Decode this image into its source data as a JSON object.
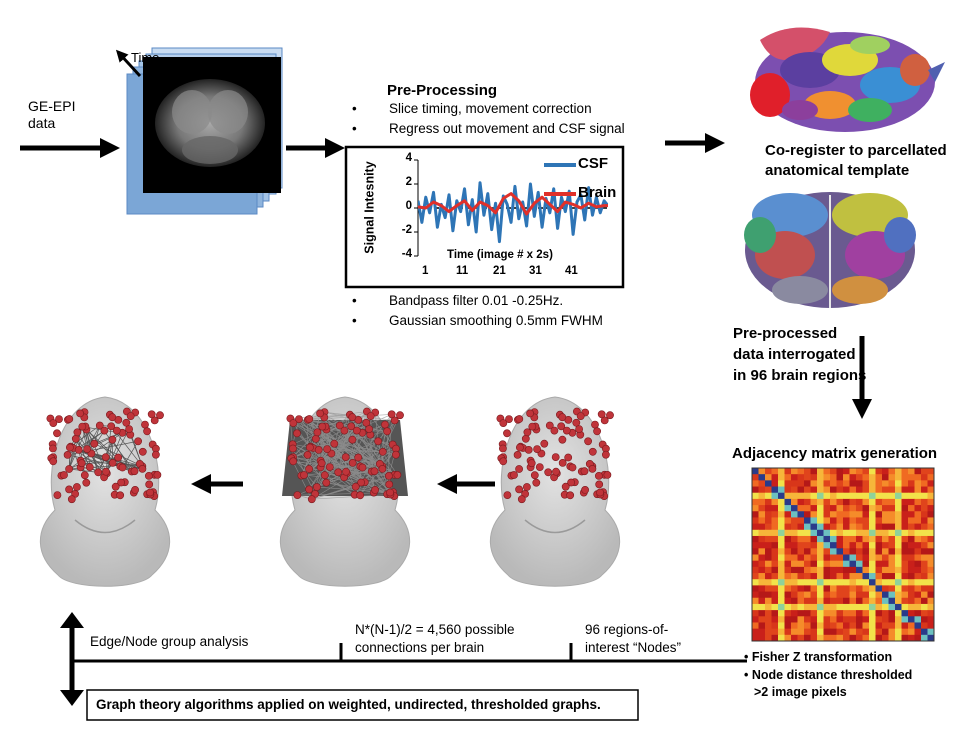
{
  "input": {
    "label_line1": "GE-EPI",
    "label_line2": "data",
    "time_label": "Time"
  },
  "preprocessing": {
    "title": "Pre-Processing",
    "bullets_top": [
      "Slice timing, movement correction",
      "Regress out movement and CSF signal"
    ],
    "bullets_bottom": [
      "Bandpass filter 0.01 -0.25Hz.",
      "Gaussian smoothing 0.5mm FWHM"
    ]
  },
  "chart_data": {
    "type": "line",
    "ylabel": "Signal Intesnity",
    "xlabel": "Time (image # x 2s)",
    "xticks": [
      "1",
      "11",
      "21",
      "31",
      "41"
    ],
    "yticks": [
      "4",
      "2",
      "0",
      "-2",
      "-4"
    ],
    "ylim": [
      -4,
      4
    ],
    "xlim": [
      1,
      50
    ],
    "legend_position": "top-right",
    "series": [
      {
        "name": "CSF",
        "color": "#2e75b6",
        "x": [
          1,
          2,
          3,
          4,
          5,
          6,
          7,
          8,
          9,
          10,
          11,
          12,
          13,
          14,
          15,
          16,
          17,
          18,
          19,
          20,
          21,
          22,
          23,
          24,
          25,
          26,
          27,
          28,
          29,
          30,
          31,
          32,
          33,
          34,
          35,
          36,
          37,
          38,
          39,
          40,
          41,
          42,
          43,
          44,
          45,
          46,
          47,
          48,
          49,
          50
        ],
        "values": [
          0.6,
          -1.2,
          0.9,
          -0.4,
          1.3,
          -1.6,
          0.3,
          -0.8,
          1.1,
          -1.9,
          0.6,
          -0.3,
          1.6,
          -1.4,
          0.7,
          -2.0,
          2.1,
          -0.6,
          1.2,
          -1.8,
          0.4,
          -2.8,
          1.0,
          0.3,
          -1.2,
          1.8,
          -0.9,
          0.5,
          -1.5,
          2.0,
          -0.7,
          1.3,
          -1.6,
          0.8,
          -0.4,
          1.6,
          -1.7,
          0.9,
          -0.3,
          1.4,
          -2.2,
          0.5,
          1.1,
          -1.0,
          1.7,
          -0.6,
          0.9,
          -0.4,
          0.6,
          0.2
        ]
      },
      {
        "name": "Brain",
        "color": "#e0302a",
        "x": [
          1,
          3,
          5,
          7,
          9,
          11,
          13,
          15,
          17,
          19,
          21,
          23,
          25,
          27,
          29,
          31,
          33,
          35,
          37,
          39,
          41,
          43,
          45,
          47,
          49,
          50
        ],
        "values": [
          0.1,
          0.0,
          0.5,
          0.2,
          -0.3,
          0.2,
          0.6,
          -0.2,
          0.5,
          0.2,
          -0.4,
          0.8,
          1.2,
          0.6,
          -0.5,
          0.4,
          0.9,
          0.3,
          -0.3,
          0.5,
          0.3,
          0.0,
          0.4,
          0.1,
          0.2,
          0.2
        ]
      }
    ]
  },
  "template": {
    "title_line1": "Co-register to parcellated",
    "title_line2": "anatomical template"
  },
  "interrogation": {
    "line1": "Pre-processed",
    "line2": "data interrogated",
    "line3": "in 96 brain regions"
  },
  "adjacency": {
    "title": "Adjacency matrix generation",
    "bullets": [
      "Fisher Z transformation",
      "Node distance thresholded",
      ">2 image pixels"
    ]
  },
  "bottom": {
    "edge_node": "Edge/Node group analysis",
    "connections_line1": "N*(N-1)/2 = 4,560 possible",
    "connections_line2": "connections per brain",
    "roi_line1": "96 regions-of-",
    "roi_line2": "interest “Nodes”",
    "graph_theory": "Graph theory algorithms applied on weighted, undirected, thresholded graphs."
  },
  "colors": {
    "csf": "#2e75b6",
    "brain": "#e0302a",
    "node": "#c0343a",
    "cube_side": "#8fb4dd"
  }
}
